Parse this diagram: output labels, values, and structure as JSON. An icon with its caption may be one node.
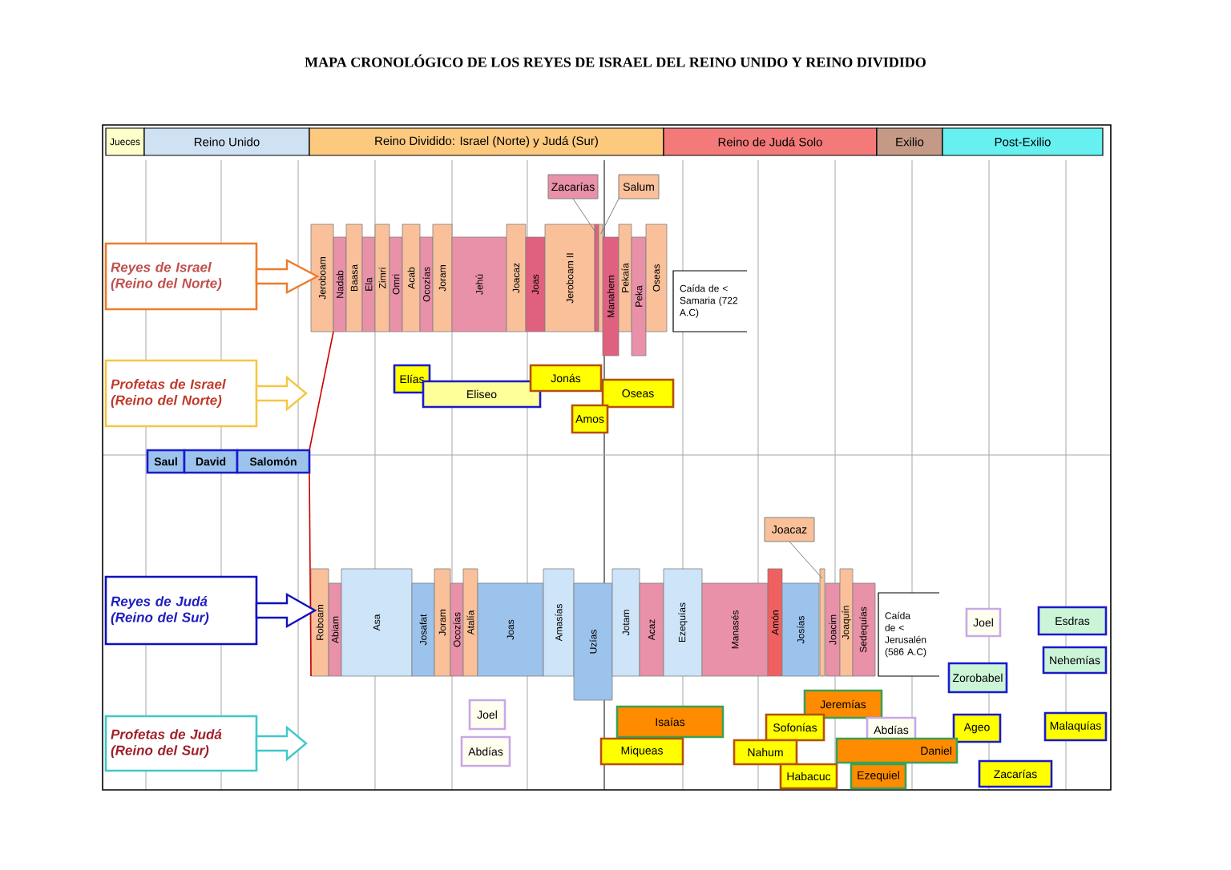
{
  "diagram": {
    "title": "MAPA CRONOLÓGICO DE LOS REYES DE ISRAEL DEL REINO UNIDO Y REINO DIVIDIDO",
    "nodes": [
      {
        "text": [
          "Jueces"
        ]
      },
      {
        "text": [
          "Reino Unido"
        ]
      },
      {
        "text": [
          "Reino Dividido: Israel (Norte) y Judá (Sur)"
        ]
      },
      {
        "text": [
          "Reino de Judá Solo"
        ]
      },
      {
        "text": [
          "Exilio"
        ]
      },
      {
        "text": [
          "Post-Exilio"
        ]
      },
      {
        "text": [
          "Reyes de Israel (Reino del Norte)"
        ]
      },
      {
        "text": [
          "Profetas de Israel (Reino del Norte)"
        ]
      },
      {
        "text": [
          "Zacarías"
        ]
      },
      {
        "text": [
          "Salum"
        ]
      },
      {
        "text": [
          "Jeroboam"
        ]
      },
      {
        "text": [
          "Nadab"
        ]
      },
      {
        "text": [
          "Baasa"
        ]
      },
      {
        "text": [
          "Ela"
        ]
      },
      {
        "text": [
          "Zimri"
        ]
      },
      {
        "text": [
          "Omri"
        ]
      },
      {
        "text": [
          "Acab"
        ]
      },
      {
        "text": [
          "Ocozías"
        ]
      },
      {
        "text": [
          "Joram"
        ]
      },
      {
        "text": [
          "Jehú"
        ]
      },
      {
        "text": [
          "Joacaz"
        ]
      },
      {
        "text": [
          "Joas"
        ]
      },
      {
        "text": [
          "Jeroboam II"
        ]
      },
      {
        "text": [
          "Manahem"
        ]
      },
      {
        "text": [
          "Pekaía"
        ]
      },
      {
        "text": [
          "Peka"
        ]
      },
      {
        "text": [
          "Oseas"
        ]
      },
      {
        "text": [
          "Caída de < Samaria (722 A.C)"
        ]
      },
      {
        "text": [
          "Elías"
        ]
      },
      {
        "text": [
          "Eliseo"
        ]
      },
      {
        "text": [
          "Jonás"
        ]
      },
      {
        "text": [
          "Oseas"
        ]
      },
      {
        "text": [
          "Amos"
        ]
      },
      {
        "text": [
          "Saul"
        ]
      },
      {
        "text": [
          "David"
        ]
      },
      {
        "text": [
          "Salomón"
        ]
      },
      {
        "text": [
          "Joacaz"
        ]
      },
      {
        "text": [
          "Reyes de Judá (Reino del Sur)"
        ]
      },
      {
        "text": [
          "Roboam"
        ]
      },
      {
        "text": [
          "Abiam"
        ]
      },
      {
        "text": [
          "Asa"
        ]
      },
      {
        "text": [
          "Josafat"
        ]
      },
      {
        "text": [
          "Joram"
        ]
      },
      {
        "text": [
          "Ocozías"
        ]
      },
      {
        "text": [
          "Atalía"
        ]
      },
      {
        "text": [
          "Joas"
        ]
      },
      {
        "text": [
          "Amasías"
        ]
      },
      {
        "text": [
          "Uzías"
        ]
      },
      {
        "text": [
          "Jotam"
        ]
      },
      {
        "text": [
          "Acaz"
        ]
      },
      {
        "text": [
          "Ezequías"
        ]
      },
      {
        "text": [
          "Manasés"
        ]
      },
      {
        "text": [
          "Amón"
        ]
      },
      {
        "text": [
          "Josías"
        ]
      },
      {
        "text": [
          "Joacim"
        ]
      },
      {
        "text": [
          "Joaquín"
        ]
      },
      {
        "text": [
          "Sedequías"
        ]
      },
      {
        "text": [
          "Caída de < Jerusalén (586 A.C)"
        ]
      },
      {
        "text": [
          "Joel"
        ]
      },
      {
        "text": [
          "Esdras"
        ]
      },
      {
        "text": [
          "Nehemías"
        ]
      },
      {
        "text": [
          "Zorobabel"
        ]
      },
      {
        "text": [
          "Profetas de Judá (Reino del Sur)"
        ]
      },
      {
        "text": [
          "Joel"
        ]
      },
      {
        "text": [
          "Isaías"
        ]
      },
      {
        "text": [
          "Jeremías"
        ]
      },
      {
        "text": [
          "Sofonías"
        ]
      },
      {
        "text": [
          "Abdías"
        ]
      },
      {
        "text": [
          "Ageo"
        ]
      },
      {
        "text": [
          "Malaquías"
        ]
      },
      {
        "text": [
          "Abdías"
        ]
      },
      {
        "text": [
          "Miqueas"
        ]
      },
      {
        "text": [
          "Nahum"
        ]
      },
      {
        "text": [
          "Daniel"
        ]
      },
      {
        "text": [
          "Habacuc"
        ]
      },
      {
        "text": [
          "Ezequiel"
        ]
      },
      {
        "text": [
          "Zacarías"
        ]
      },
      {
        "text": [],
        "shape": "bar"
      },
      {
        "text": [],
        "shape": "bar"
      },
      {
        "text": [],
        "shape": "bar"
      }
    ],
    "edges": [
      {
        "from": 35,
        "to": 10,
        "arrow": "none",
        "color": "#cc0000"
      },
      {
        "from": 35,
        "to": 38,
        "arrow": "none",
        "color": "#cc0000"
      },
      {
        "from": 8,
        "to": 77,
        "arrow": "none"
      },
      {
        "from": 9,
        "to": 78,
        "arrow": "none"
      },
      {
        "from": 36,
        "to": 79,
        "arrow": "none"
      },
      {
        "from": 6,
        "to": 10,
        "arrow": "to",
        "color": "#f07b2a"
      },
      {
        "from": 7,
        "to": null,
        "arrow": "to",
        "color": "#f6c643"
      },
      {
        "from": 37,
        "to": 38,
        "arrow": "to",
        "color": "#1010c0"
      },
      {
        "from": 62,
        "to": null,
        "arrow": "to",
        "color": "#40c8c8"
      }
    ]
  }
}
